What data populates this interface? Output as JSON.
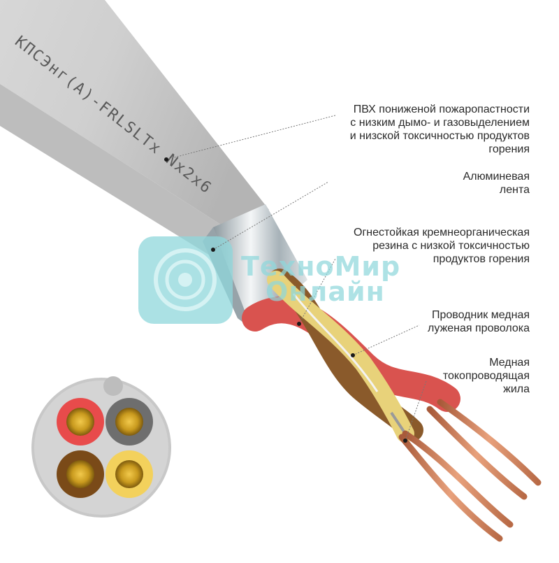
{
  "cable_marking": "КПСЭнг(А)-FRLSLTx Nx2x6",
  "callouts": [
    {
      "lines": [
        "ПВХ пониженой пожаропастности",
        "с низким дымо- и газовыделением",
        "и низской токсичностью продуктов",
        "горения"
      ]
    },
    {
      "lines": [
        "Алюминевая",
        "лента"
      ]
    },
    {
      "lines": [
        "Огнестойкая кремнеорганическая",
        "резина с низкой токсичностью",
        "продуктов горения"
      ]
    },
    {
      "lines": [
        "Проводник медная",
        "луженая проволока"
      ]
    },
    {
      "lines": [
        "Медная",
        "токопроводящая",
        "жила"
      ]
    }
  ],
  "watermark": {
    "line1": "ТехноМир",
    "line2": "Онлайн"
  },
  "colors": {
    "sheath": "#c9c9c9",
    "foil": "#b8c2c8",
    "red_core": "#d9534f",
    "brown_core": "#8a5a2b",
    "yellow_core": "#e8d27a",
    "copper": "#c77d5a",
    "watermark": "#8fd8dc"
  }
}
